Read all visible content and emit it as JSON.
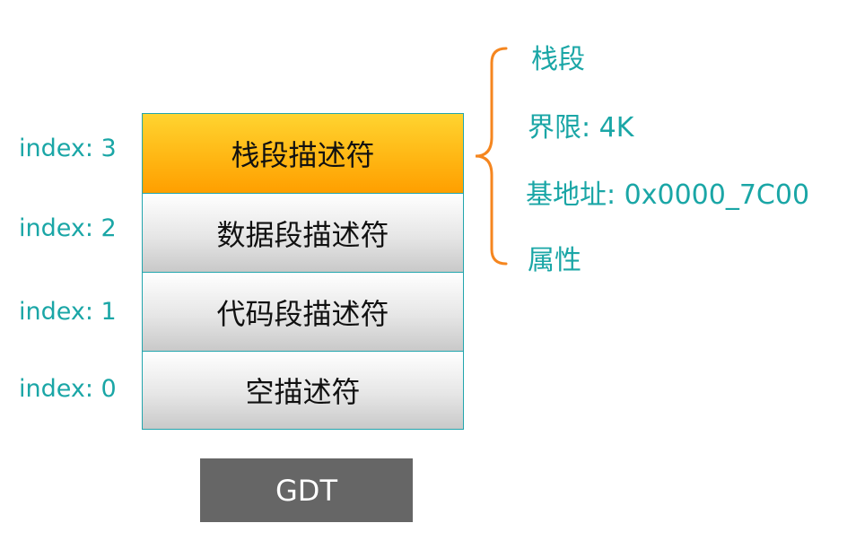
{
  "diagram": {
    "indices": [
      "index: 3",
      "index: 2",
      "index: 1",
      "index: 0"
    ],
    "descriptors": [
      "栈段描述符",
      "数据段描述符",
      "代码段描述符",
      "空描述符"
    ],
    "table_caption": "GDT",
    "details": {
      "segment": "栈段",
      "limit": "界限: 4K",
      "base": "基地址: 0x0000_7C00",
      "attributes": "属性"
    },
    "colors": {
      "index_text": "#1aa6a6",
      "row_border": "#22a5ad",
      "highlight_top": "#ffd430",
      "highlight_bottom": "#ff9f00",
      "brace": "#f5861f",
      "caption_bg": "#666666"
    }
  }
}
